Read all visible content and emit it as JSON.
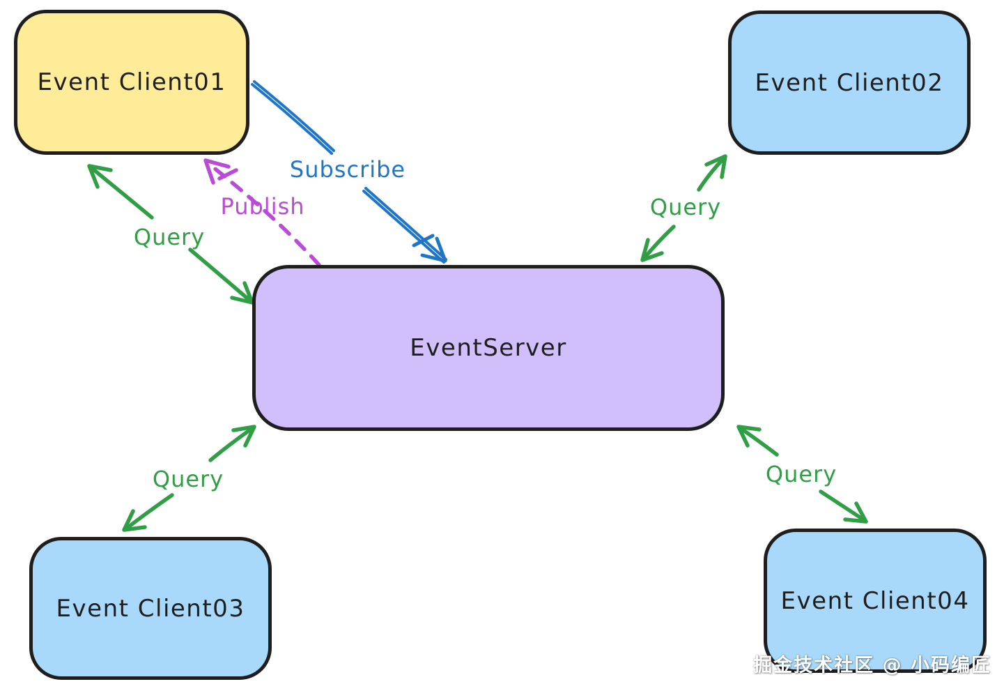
{
  "nodes": {
    "client01": {
      "label": "Event Client01",
      "fill": "#ffec99",
      "border": "#1e1e1e"
    },
    "client02": {
      "label": "Event Client02",
      "fill": "#a9d9fa",
      "border": "#1e1e1e"
    },
    "server": {
      "label": "EventServer",
      "fill": "#d0bffb",
      "border": "#1e1e1e"
    },
    "client03": {
      "label": "Event Client03",
      "fill": "#a9d9fa",
      "border": "#1e1e1e"
    },
    "client04": {
      "label": "Event Client04",
      "fill": "#a9d9fa",
      "border": "#1e1e1e"
    }
  },
  "edges": {
    "subscribe": {
      "label": "Subscribe",
      "from": "Event Client01",
      "to": "EventServer",
      "color": "#1f76c8",
      "line": "double-solid",
      "arrows": "one-way"
    },
    "publish": {
      "label": "Publish",
      "from": "EventServer",
      "to": "Event Client01",
      "color": "#b94bd6",
      "line": "dashed",
      "arrows": "one-way"
    },
    "query1": {
      "label": "Query",
      "from": "Event Client01",
      "to": "EventServer",
      "color": "#2f9e44",
      "line": "solid",
      "arrows": "two-way"
    },
    "query2": {
      "label": "Query",
      "from": "Event Client02",
      "to": "EventServer",
      "color": "#2f9e44",
      "line": "solid",
      "arrows": "two-way"
    },
    "query3": {
      "label": "Query",
      "from": "Event Client03",
      "to": "EventServer",
      "color": "#2f9e44",
      "line": "solid",
      "arrows": "two-way"
    },
    "query4": {
      "label": "Query",
      "from": "Event Client04",
      "to": "EventServer",
      "color": "#2f9e44",
      "line": "solid",
      "arrows": "two-way"
    }
  },
  "watermark": {
    "text": "掘金技术社区 @ 小码编匠"
  }
}
